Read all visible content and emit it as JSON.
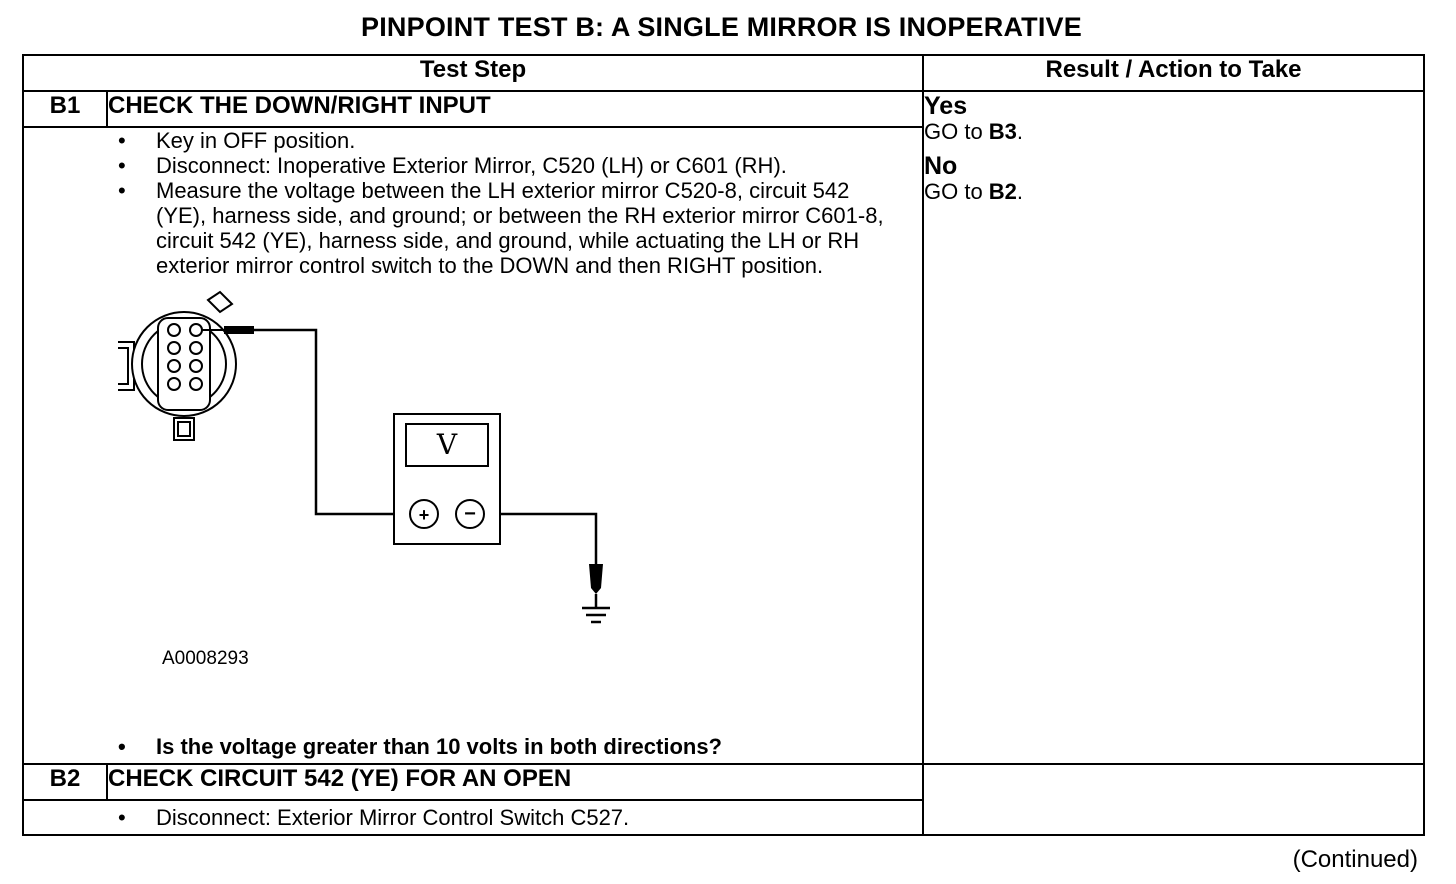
{
  "title": "PINPOINT TEST  B: A SINGLE MIRROR IS INOPERATIVE",
  "columns": {
    "test_step": "Test Step",
    "result": "Result / Action to Take"
  },
  "steps": [
    {
      "id": "B1",
      "heading": "CHECK THE DOWN/RIGHT INPUT",
      "bullets": [
        "Key in OFF position.",
        "Disconnect: Inoperative Exterior Mirror, C520 (LH) or C601 (RH).",
        "Measure the voltage between the LH exterior mirror C520-8, circuit 542 (YE), harness side, and ground; or between the RH exterior mirror C601-8, circuit 542 (YE), harness side, and ground, while actuating the LH or RH exterior mirror control switch to the DOWN and then RIGHT position."
      ],
      "figure": {
        "id": "A0008293",
        "meter_symbol": "V",
        "plus": "+",
        "minus": "−"
      },
      "question": "Is the voltage greater than 10 volts in both directions?",
      "results": [
        {
          "label": "Yes",
          "action_prefix": "GO to ",
          "target": "B3",
          "suffix": "."
        },
        {
          "label": "No",
          "action_prefix": "GO to ",
          "target": "B2",
          "suffix": "."
        }
      ]
    },
    {
      "id": "B2",
      "heading": "CHECK CIRCUIT 542 (YE) FOR AN OPEN",
      "bullets": [
        "Disconnect: Exterior Mirror Control Switch C527."
      ]
    }
  ],
  "bullet_char": "•",
  "continued": "(Continued)"
}
